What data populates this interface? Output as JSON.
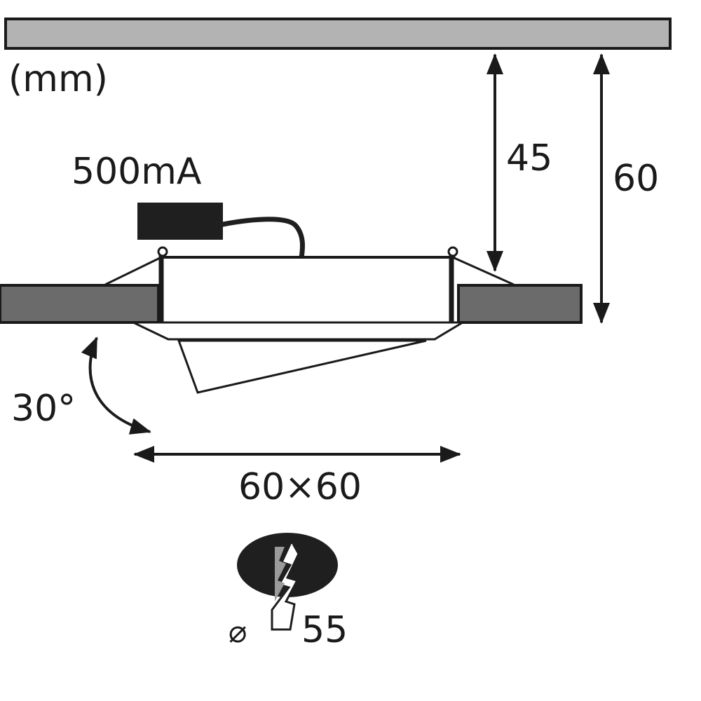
{
  "diagram": {
    "unit_label": "(mm)",
    "driver_label": "500mA",
    "dim_install_depth": "45",
    "dim_total_depth": "60",
    "tilt_angle": "30°",
    "dim_width": "60×60",
    "cutout_symbol": "⌀",
    "cutout_diameter": "55"
  },
  "colors": {
    "ceiling_fill": "#b3b3b3",
    "board_fill": "#6b6b6b",
    "driver_fill": "#1f1f1f",
    "stroke": "#1a1a1a",
    "background": "#ffffff"
  }
}
